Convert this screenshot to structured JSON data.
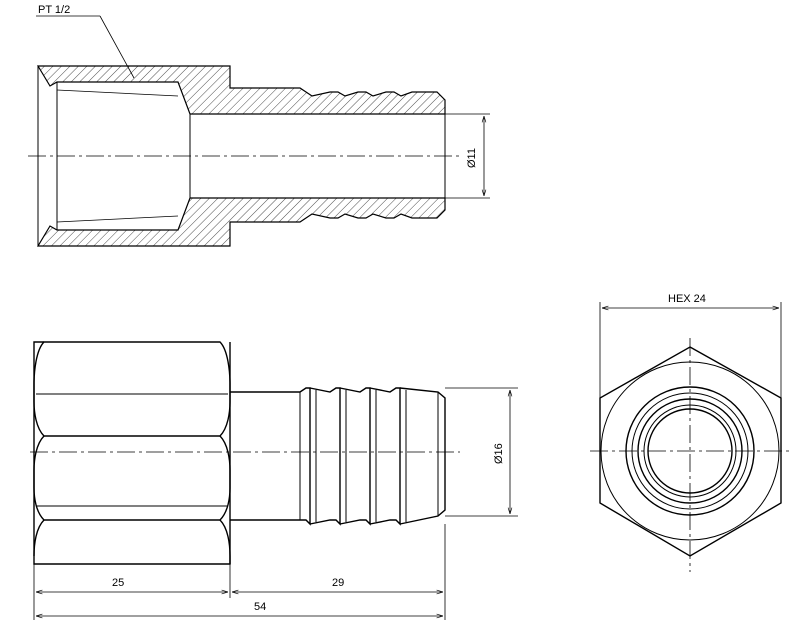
{
  "labels": {
    "thread": "PT 1/2",
    "bore_dia": "Ø11",
    "hose_dia": "Ø16",
    "hex": "HEX 24",
    "len_hex": "25",
    "len_barb": "29",
    "len_total": "54"
  },
  "colors": {
    "line": "#000000",
    "background": "#ffffff"
  }
}
